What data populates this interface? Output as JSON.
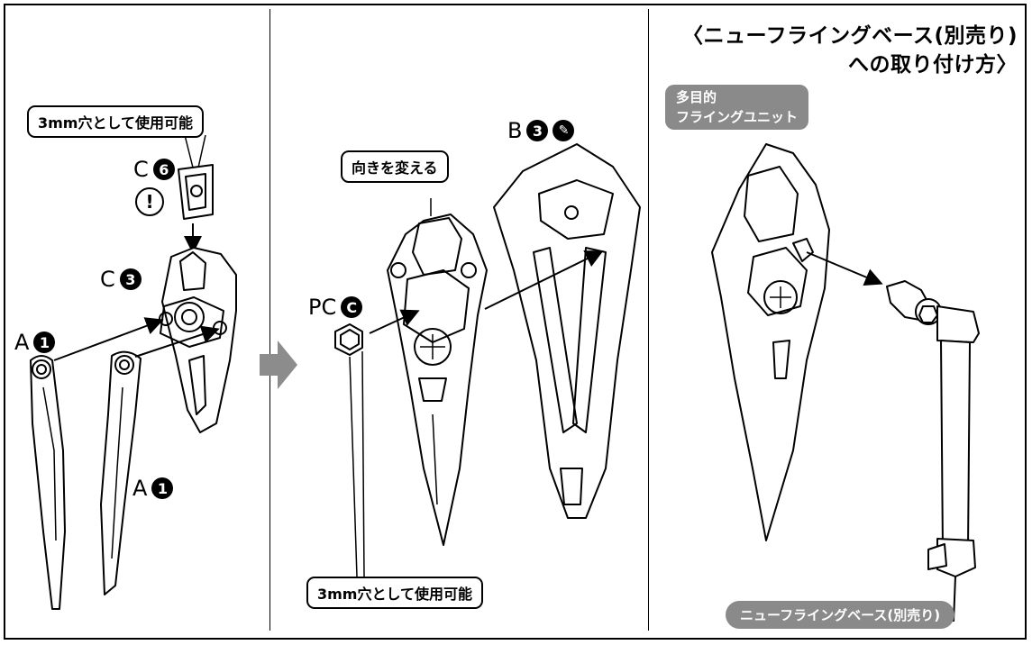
{
  "left_panel": {
    "callout_hole": "3mm穴として使用可能",
    "part_c6": {
      "letter": "C",
      "num": "6"
    },
    "part_c3": {
      "letter": "C",
      "num": "3"
    },
    "part_a1_top": {
      "letter": "A",
      "num": "1"
    },
    "part_a1_bottom": {
      "letter": "A",
      "num": "1"
    },
    "caution_symbol": "!"
  },
  "middle_panel": {
    "callout_direction": "向きを変える",
    "callout_hole": "3mm穴として使用可能",
    "part_b3": {
      "letter": "B",
      "num": "3"
    },
    "part_pc": {
      "letter": "PC",
      "num": "C"
    }
  },
  "right_panel": {
    "title_line1": "〈ニューフライングベース(別売り)",
    "title_line2": "への取り付け方〉",
    "unit_label_line1": "多目的",
    "unit_label_line2": "フライングユニット",
    "base_label": "ニューフライングベース(別売り)"
  },
  "icons": [
    "caution-icon",
    "cutting-tool-icon",
    "arrow-right-icon"
  ]
}
